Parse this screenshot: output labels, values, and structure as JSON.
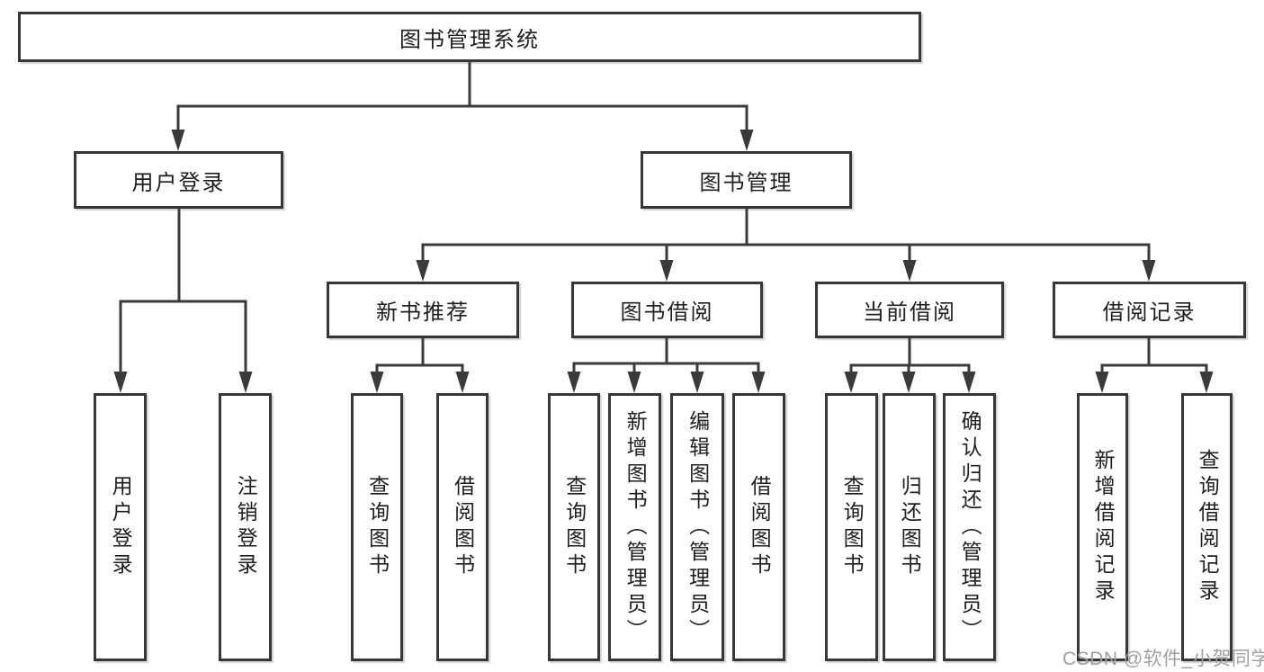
{
  "diagram_type": "hierarchy-tree",
  "tree": {
    "label": "图书管理系统",
    "children": [
      {
        "label": "用户登录",
        "children": [
          {
            "label": "用户登录"
          },
          {
            "label": "注销登录"
          }
        ]
      },
      {
        "label": "图书管理",
        "children": [
          {
            "label": "新书推荐",
            "children": [
              {
                "label": "查询图书"
              },
              {
                "label": "借阅图书"
              }
            ]
          },
          {
            "label": "图书借阅",
            "children": [
              {
                "label": "查询图书"
              },
              {
                "label": "新增图书（管理员）"
              },
              {
                "label": "编辑图书（管理员）"
              },
              {
                "label": "借阅图书"
              }
            ]
          },
          {
            "label": "当前借阅",
            "children": [
              {
                "label": "查询图书"
              },
              {
                "label": "归还图书"
              },
              {
                "label": "确认归还（管理员）"
              }
            ]
          },
          {
            "label": "借阅记录",
            "children": [
              {
                "label": "新增借阅记录"
              },
              {
                "label": "查询借阅记录"
              }
            ]
          }
        ]
      }
    ]
  },
  "watermark": {
    "text": "CSDN @软件_小贺同学"
  },
  "colors": {
    "line": "#3a3a3a",
    "box_border": "#373737",
    "box_background": "#ffffff",
    "text": "#1e1e1e",
    "watermark": "#9f9f9f",
    "page_background": "#ffffff"
  }
}
